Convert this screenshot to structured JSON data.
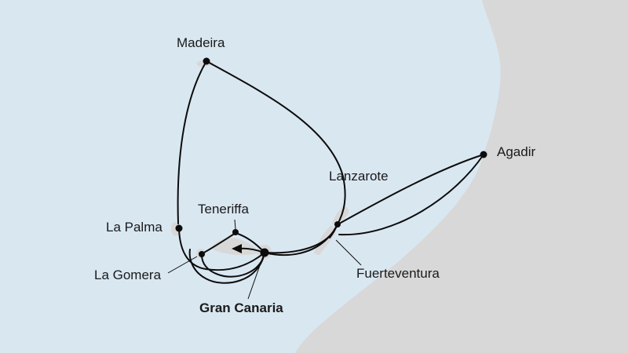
{
  "map": {
    "colors": {
      "sea": "#d9e7f1",
      "land": "#d8d8d8",
      "route": "#0c0c0c",
      "label": "#1a1a1a"
    },
    "ports": [
      {
        "id": "madeira",
        "label": "Madeira"
      },
      {
        "id": "agadir",
        "label": "Agadir"
      },
      {
        "id": "lanzarote",
        "label": "Lanzarote"
      },
      {
        "id": "la-palma",
        "label": "La Palma"
      },
      {
        "id": "teneriffa",
        "label": "Teneriffa"
      },
      {
        "id": "la-gomera",
        "label": "La Gomera"
      },
      {
        "id": "fuerteventura",
        "label": "Fuerteventura"
      },
      {
        "id": "gran-canaria",
        "label": "Gran Canaria",
        "emphasis": "bold"
      }
    ]
  }
}
